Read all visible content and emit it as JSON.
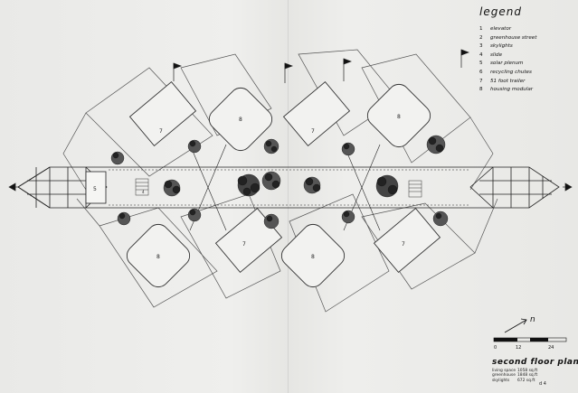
{
  "legend": {
    "title": "legend",
    "items": [
      {
        "num": "1",
        "label": "elevator"
      },
      {
        "num": "2",
        "label": "greenhouse street"
      },
      {
        "num": "3",
        "label": "skylights"
      },
      {
        "num": "4",
        "label": "slide"
      },
      {
        "num": "5",
        "label": "solar plenum"
      },
      {
        "num": "6",
        "label": "recycling chutes"
      },
      {
        "num": "7",
        "label": "51 foot trailer"
      },
      {
        "num": "8",
        "label": "housing modular"
      }
    ]
  },
  "plan_labels": {
    "trailer": "7",
    "modular": "8",
    "plenum": "5",
    "slide": "4"
  },
  "title_block": {
    "north": "n",
    "scale": [
      "0",
      "12",
      "24"
    ],
    "title": "second floor plan",
    "areas": [
      {
        "label": "living space",
        "value": "1058 sq.ft"
      },
      {
        "label": "greenhouse",
        "value": "1848 sq.ft"
      },
      {
        "label": "skylights",
        "value": "672 sq.ft"
      }
    ],
    "sheet": "d 4"
  }
}
